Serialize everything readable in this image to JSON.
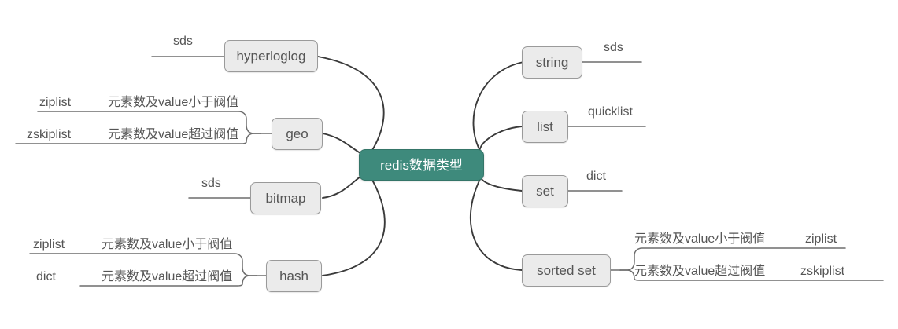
{
  "diagram": {
    "type": "mind-map",
    "title": "redis数据类型",
    "root": {
      "label": "redis数据类型",
      "color": "#3e8a7c",
      "text_color": "#ffffff"
    },
    "node_style": {
      "fill": "#ebebeb",
      "border": "#9a9a9a",
      "text_color": "#555555"
    },
    "line_color": "#3a3a3a"
  },
  "left_branches": [
    {
      "id": "hyperloglog",
      "label": "hyperloglog",
      "children": [
        {
          "id": "hyperloglog-sds",
          "label": "sds"
        }
      ]
    },
    {
      "id": "geo",
      "label": "geo",
      "children": [
        {
          "id": "geo-ziplist",
          "label": "ziplist",
          "condition": "元素数及value小于阀值"
        },
        {
          "id": "geo-zskiplist",
          "label": "zskiplist",
          "condition": "元素数及value超过阀值"
        }
      ]
    },
    {
      "id": "bitmap",
      "label": "bitmap",
      "children": [
        {
          "id": "bitmap-sds",
          "label": "sds"
        }
      ]
    },
    {
      "id": "hash",
      "label": "hash",
      "children": [
        {
          "id": "hash-ziplist",
          "label": "ziplist",
          "condition": "元素数及value小于阀值"
        },
        {
          "id": "hash-dict",
          "label": "dict",
          "condition": "元素数及value超过阀值"
        }
      ]
    }
  ],
  "right_branches": [
    {
      "id": "string",
      "label": "string",
      "children": [
        {
          "id": "string-sds",
          "label": "sds"
        }
      ]
    },
    {
      "id": "list",
      "label": "list",
      "children": [
        {
          "id": "list-quicklist",
          "label": "quicklist"
        }
      ]
    },
    {
      "id": "set",
      "label": "set",
      "children": [
        {
          "id": "set-dict",
          "label": "dict"
        }
      ]
    },
    {
      "id": "sortedset",
      "label": "sorted set",
      "children": [
        {
          "id": "sortedset-ziplist",
          "label": "ziplist",
          "condition": "元素数及value小于阀值"
        },
        {
          "id": "sortedset-zskiplist",
          "label": "zskiplist",
          "condition": "元素数及value超过阀值"
        }
      ]
    }
  ]
}
